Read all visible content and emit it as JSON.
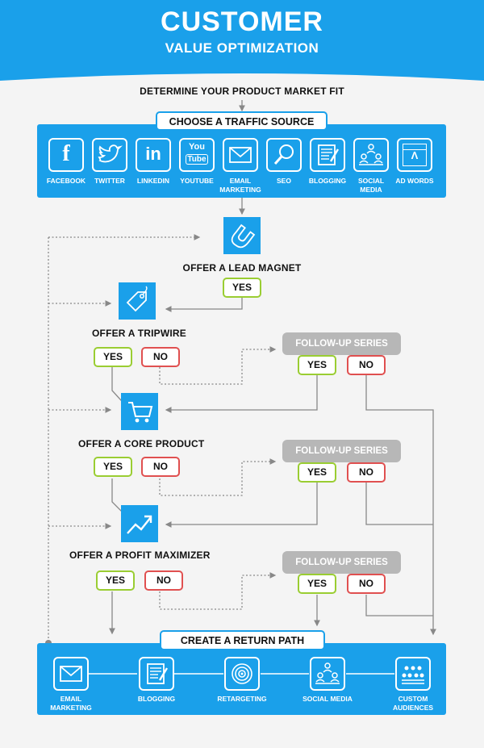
{
  "header": {
    "title": "CUSTOMER",
    "subtitle": "VALUE OPTIMIZATION"
  },
  "flow": {
    "market_fit": "DETERMINE YOUR PRODUCT MARKET FIT",
    "traffic_source_title": "CHOOSE A TRAFFIC SOURCE",
    "traffic_sources": [
      {
        "label": "FACEBOOK",
        "icon": "facebook-icon"
      },
      {
        "label": "TWITTER",
        "icon": "twitter-icon"
      },
      {
        "label": "LINKEDIN",
        "icon": "linkedin-icon"
      },
      {
        "label": "YOUTUBE",
        "icon": "youtube-icon"
      },
      {
        "label": "EMAIL MARKETING",
        "icon": "email-icon"
      },
      {
        "label": "SEO",
        "icon": "magnifier-icon"
      },
      {
        "label": "BLOGGING",
        "icon": "blog-icon"
      },
      {
        "label": "SOCIAL MEDIA",
        "icon": "social-media-icon"
      },
      {
        "label": "AD WORDS",
        "icon": "adwords-icon"
      }
    ],
    "youtube_logo_top": "You",
    "youtube_logo_bottom": "Tube",
    "linkedin_logo": "in",
    "facebook_logo": "f",
    "adwords_logo": "Λ",
    "steps": [
      {
        "label": "OFFER A LEAD MAGNET",
        "icon": "magnet-icon"
      },
      {
        "label": "OFFER A TRIPWIRE",
        "icon": "tag-icon"
      },
      {
        "label": "OFFER A CORE PRODUCT",
        "icon": "cart-icon"
      },
      {
        "label": "OFFER A PROFIT MAXIMIZER",
        "icon": "chart-arrow-icon"
      }
    ],
    "yes": "YES",
    "no": "NO",
    "followup": "FOLLOW-UP SERIES",
    "return_path_title": "CREATE A RETURN PATH",
    "return_channels": [
      {
        "label": "EMAIL MARKETING",
        "icon": "email-icon"
      },
      {
        "label": "BLOGGING",
        "icon": "blog-icon"
      },
      {
        "label": "RETARGETING",
        "icon": "target-icon"
      },
      {
        "label": "SOCIAL MEDIA",
        "icon": "social-media-icon"
      },
      {
        "label": "CUSTOM AUDIENCES",
        "icon": "audience-icon"
      }
    ]
  },
  "colors": {
    "blue": "#1aa0ea",
    "yes_border": "#9acd32",
    "no_border": "#e05050",
    "followup_bg": "#b7b7b7",
    "background": "#f4f4f4"
  }
}
